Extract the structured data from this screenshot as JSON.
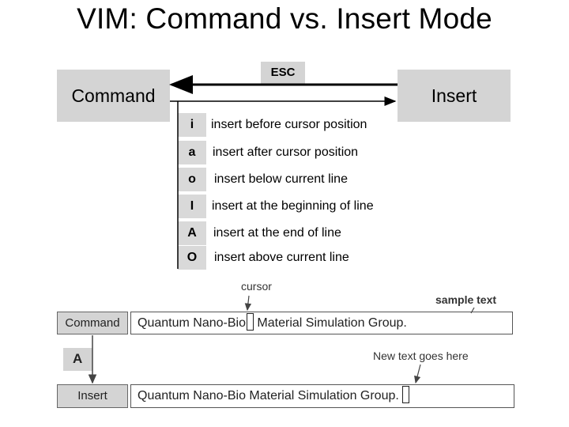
{
  "title": "VIM: Command vs. Insert Mode",
  "modes": {
    "command_label": "Command",
    "insert_label": "Insert",
    "esc_label": "ESC"
  },
  "insert_keys": [
    {
      "key": "i",
      "desc": "insert before cursor position"
    },
    {
      "key": "a",
      "desc": "insert after cursor position"
    },
    {
      "key": "o",
      "desc": "insert below current line"
    },
    {
      "key": "I",
      "desc": "insert at the beginning of line"
    },
    {
      "key": "A",
      "desc": "insert at the end of line"
    },
    {
      "key": "O",
      "desc": "insert above current line"
    }
  ],
  "example": {
    "cursor_label": "cursor",
    "sample_text_label": "sample text",
    "command_mode_label": "Command",
    "insert_mode_label": "Insert",
    "key_pressed": "A",
    "text_before_cursor": "Quantum Nano-Bio",
    "text_after_cursor": " Material Simulation Group.",
    "full_text": "Quantum Nano-Bio Material Simulation Group.",
    "new_text_note": "New text goes here"
  }
}
